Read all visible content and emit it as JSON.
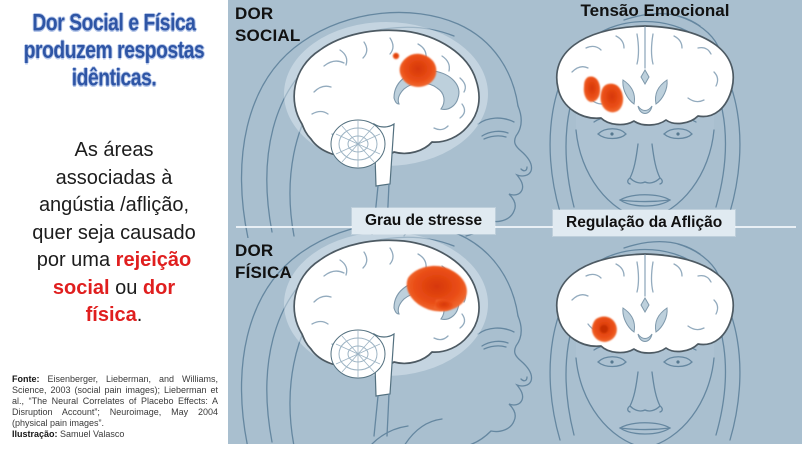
{
  "left_column": {
    "title": "Dor Social e Física\nproduzem respostas\nidênticas.",
    "body": {
      "part1": "As áreas\nassociadas à\nangústia /aflição,\nquer seja causado\npor uma ",
      "red1": "rejeição\nsocial",
      "part2": " ou ",
      "red2": "dor\nfísica",
      "part3": "."
    },
    "footer": {
      "source_label": "Fonte:",
      "source_text": " Eisenberger, Lieberman, and Williams, Science, 2003 (social pain images); Lieberman et al., “The Neural Correlates of Placebo Effects: A Disruption Account”; Neuroimage, May 2004 (physical pain images”.",
      "illustration_label": "Ilustração:",
      "illustration_text": " Samuel Valasco"
    }
  },
  "figure": {
    "label_dor_social": "DOR\nSOCIAL",
    "label_tensao_emocional": "Tensão Emocional",
    "label_grau_de_stresse": "Grau de stresse",
    "label_regulacao_aflicao": "Regulação da Aflição",
    "label_dor_fisica": "DOR\nFÍSICA",
    "illustrations": {
      "top_left": "sagittal brain, social pain activation (anterior cingulate)",
      "top_right": "coronal brain on face, emotional tension activations",
      "bottom_left": "sagittal brain, physical pain activation (anterior cingulate)",
      "bottom_right": "coronal brain on face, distress-regulation activation"
    }
  },
  "theme": {
    "panel_bg": "#a9bfcf",
    "title_blue": "#2e55a5",
    "title_outline": "#b7c8ea",
    "emphasis_red": "#e01f1f",
    "label_box_bg": "#e0eaf1",
    "highlight_orange": "#e84a16"
  }
}
